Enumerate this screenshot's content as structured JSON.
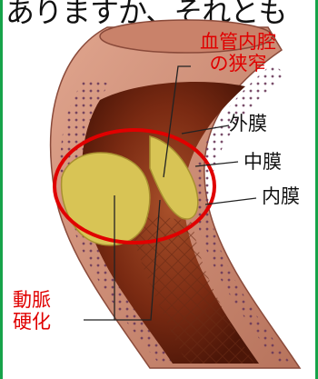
{
  "top_text": "ありますか、それとも",
  "labels": {
    "stenosis_line1": "血管内腔",
    "stenosis_line2": "の狭窄",
    "adventitia": "外膜",
    "media": "中膜",
    "intima": "内膜",
    "sclerosis_line1": "動脈",
    "sclerosis_line2": "硬化"
  },
  "colors": {
    "red_label": "#e00000",
    "highlight_ring": "#e00000",
    "frame": "#16a34a",
    "plaque": "#d8c455",
    "vessel_wall": "#c98f78",
    "lumen": "#7a2a12"
  }
}
